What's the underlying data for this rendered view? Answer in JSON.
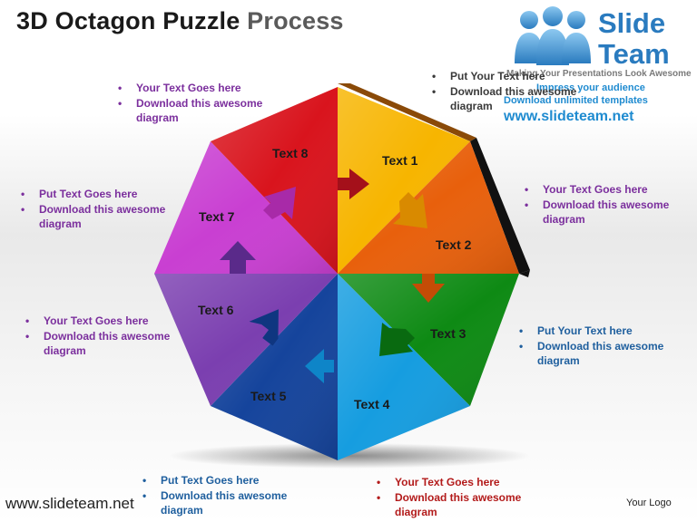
{
  "slide": {
    "title_bold": "3D Octagon Puzzle",
    "title_light": "Process",
    "footer_site": "www.slideteam.net",
    "footer_logo": "Your Logo"
  },
  "logo": {
    "word1": "Slide",
    "word2": "Team",
    "tagline": "Making Your Presentations Look Awesome",
    "promo_line1": "Impress your audience",
    "promo_line2": "Download unlimited templates",
    "promo_url": "www.slideteam.net"
  },
  "segments": [
    {
      "label": "Text 1",
      "color": "#f7b500"
    },
    {
      "label": "Text 2",
      "color": "#e8600c"
    },
    {
      "label": "Text 3",
      "color": "#0e8a14"
    },
    {
      "label": "Text 4",
      "color": "#169de0"
    },
    {
      "label": "Text 5",
      "color": "#15449c"
    },
    {
      "label": "Text 6",
      "color": "#7b3fb0"
    },
    {
      "label": "Text 7",
      "color": "#c93fd2"
    },
    {
      "label": "Text 8",
      "color": "#d9141d"
    }
  ],
  "callouts": {
    "top_left": [
      "Your Text Goes here",
      "Download this awesome",
      "diagram"
    ],
    "top_right": [
      "Put Your Text  here",
      "Download this awesome",
      "diagram"
    ],
    "left_upper": [
      "Put Text Goes here",
      "Download this awesome",
      "diagram"
    ],
    "right_upper": [
      "Your Text Goes here",
      "Download this awesome",
      "diagram"
    ],
    "left_lower": [
      "Your Text Goes here",
      "Download this awesome",
      "diagram"
    ],
    "right_lower": [
      "Put Your Text  here",
      "Download this awesome",
      "diagram"
    ],
    "bottom_left": [
      "Put Text Goes here",
      "Download this awesome",
      "diagram"
    ],
    "bottom_right": [
      "Your Text Goes here",
      "Download this awesome",
      "diagram"
    ]
  }
}
